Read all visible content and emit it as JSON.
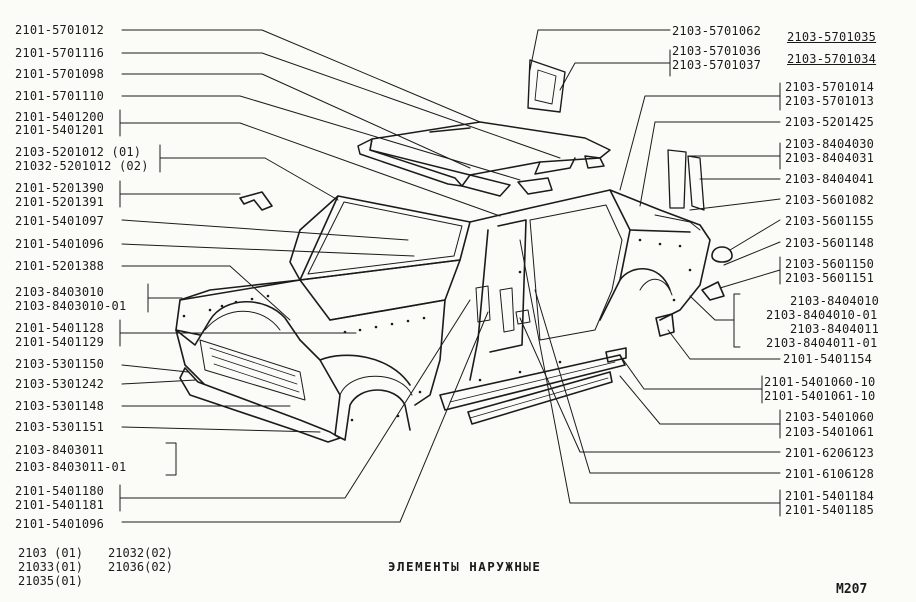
{
  "diagram": {
    "title": "ЭЛЕМЕНТЫ НАРУЖНЫЕ",
    "page_code": "M207",
    "models_col1": [
      "2103  (01)",
      "21033(01)",
      "21035(01)"
    ],
    "models_col2": [
      "21032(02)",
      "21036(02)"
    ]
  },
  "labels_left": [
    "2101-5701012",
    "2101-5701116",
    "2101-5701098",
    "2101-5701110",
    "2101-5401200",
    "2101-5401201",
    "2103-5201012   (01)",
    "21032-5201012  (02)",
    "2101-5201390",
    "2101-5201391",
    "2101-5401097",
    "2101-5401096",
    "2101-5201388",
    "2103-8403010",
    "2103-8403010-01",
    "2101-5401128",
    "2101-5401129",
    "2103-5301150",
    "2103-5301242",
    "2103-5301148",
    "2103-5301151",
    "2103-8403011",
    "2103-8403011-01",
    "2101-5401180",
    "2101-5401181",
    "2101-5401096"
  ],
  "labels_right": [
    "2103-5701062",
    "2103-5701036",
    "2103-5701037",
    "2103-5701035",
    "2103-5701034",
    "2103-5701014",
    "2103-5701013",
    "2103-5201425",
    "2103-8404030",
    "2103-8404031",
    "2103-8404041",
    "2103-5601082",
    "2103-5601155",
    "2103-5601148",
    "2103-5601150",
    "2103-5601151",
    "2103-8404010",
    "2103-8404010-01",
    "2103-8404011",
    "2103-8404011-01",
    "2101-5401154",
    "2101-5401060-10",
    "2101-5401061-10",
    "2103-5401060",
    "2103-5401061",
    "2101-6206123",
    "2101-6106128",
    "2101-5401184",
    "2101-5401185"
  ]
}
